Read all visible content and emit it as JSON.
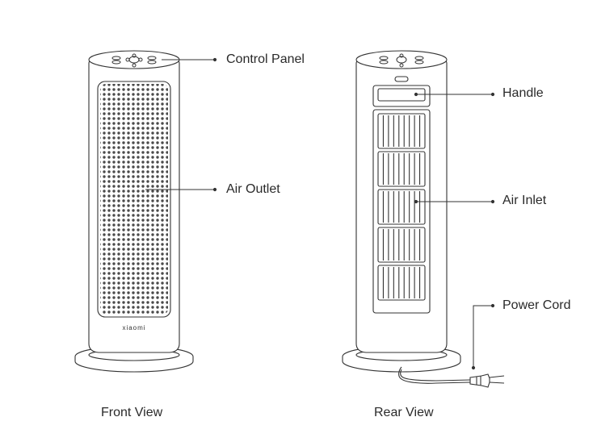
{
  "front": {
    "brand": "xiaomi",
    "caption": "Front View",
    "labels": {
      "control_panel": "Control Panel",
      "air_outlet": "Air Outlet"
    }
  },
  "rear": {
    "caption": "Rear View",
    "labels": {
      "handle": "Handle",
      "air_inlet": "Air Inlet",
      "power_cord": "Power Cord"
    }
  }
}
